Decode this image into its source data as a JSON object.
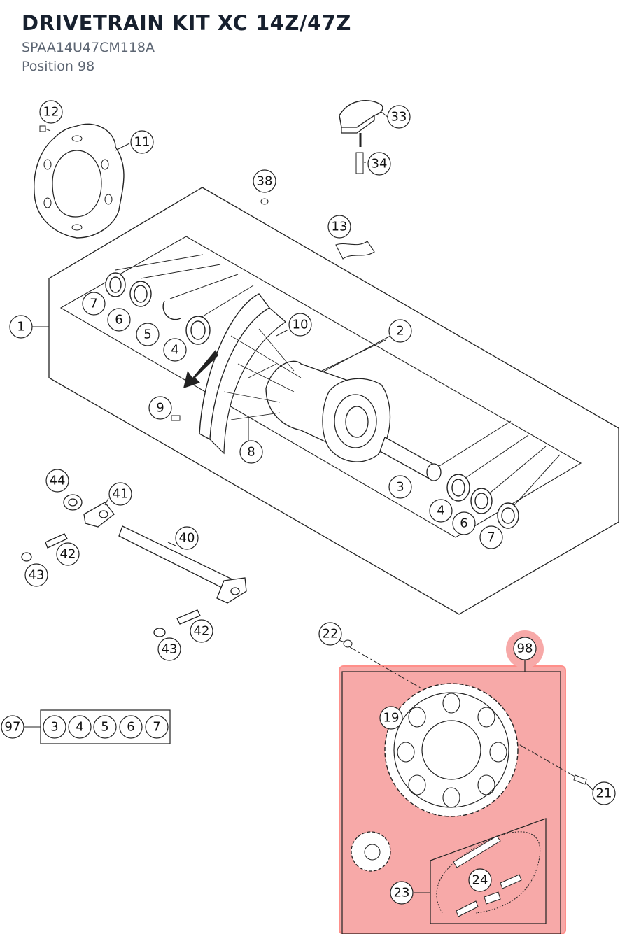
{
  "header": {
    "title": "DRIVETRAIN KIT XC 14Z/47Z",
    "part_number": "SPAA14U47CM118A",
    "position": "Position 98"
  },
  "highlight": {
    "color": "#f7a9a8",
    "border_color": "#ff8f8a",
    "position_label": "98"
  },
  "callouts": {
    "c1": "1",
    "c2": "2",
    "c3": "3",
    "c4a": "4",
    "c4b": "4",
    "c5": "5",
    "c6a": "6",
    "c6b": "6",
    "c7a": "7",
    "c7b": "7",
    "c8": "8",
    "c9": "9",
    "c10": "10",
    "c11": "11",
    "c12": "12",
    "c13": "13",
    "c19": "19",
    "c21": "21",
    "c22": "22",
    "c23": "23",
    "c24": "24",
    "c33": "33",
    "c34": "34",
    "c38": "38",
    "c40": "40",
    "c41": "41",
    "c42a": "42",
    "c42b": "42",
    "c43a": "43",
    "c43b": "43",
    "c44": "44",
    "c97": "97"
  },
  "kit_97": [
    "3",
    "4",
    "5",
    "6",
    "7"
  ]
}
